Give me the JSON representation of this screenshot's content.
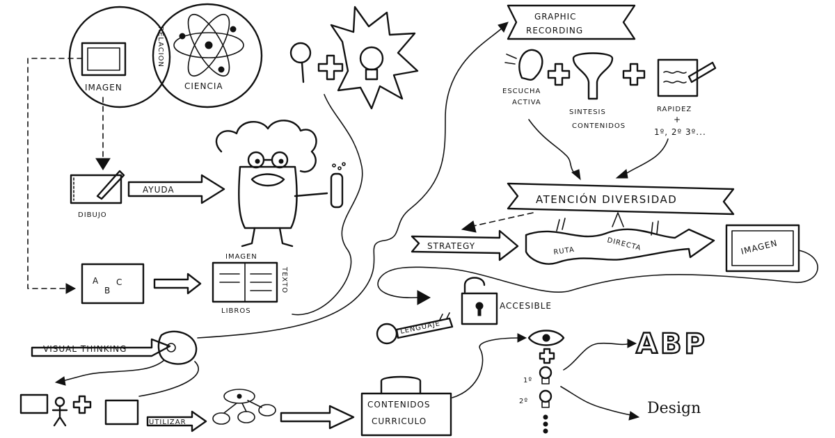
{
  "labels": {
    "imagen": "IMAGEN",
    "relacion": "RELACION",
    "ciencia": "CIENCIA",
    "dibujo": "DIBUJO",
    "ayuda": "AYUDA",
    "imagen_book": "IMAGEN",
    "texto": "TEXTO",
    "libros": "LIBROS",
    "abc_a": "A",
    "abc_b": "B",
    "abc_c": "C",
    "graphic_recording_1": "GRAPHIC",
    "graphic_recording_2": "RECORDING",
    "escucha": "ESCUCHA",
    "activa": "ACTIVA",
    "sintesis": "SINTESIS",
    "contenidos_small": "CONTENIDOS",
    "rapidez": "RAPIDEZ",
    "ordinals": "1º, 2º 3º...",
    "atencion": "ATENCIÓN DIVERSIDAD",
    "strategy": "STRATEGY",
    "ruta": "RUTA",
    "directa": "DIRECTA",
    "imagen_right": "IMAGEN",
    "accesible": "ACCESIBLE",
    "lenguaje": "LENGUAJE",
    "visual_thinking": "VISUAL THINKING",
    "utilizar": "UTILIZAR",
    "contenidos": "CONTENIDOS",
    "curriculo": "CURRICULO",
    "first": "1º",
    "second": "2º",
    "abp": "ABP",
    "design": "Design"
  }
}
